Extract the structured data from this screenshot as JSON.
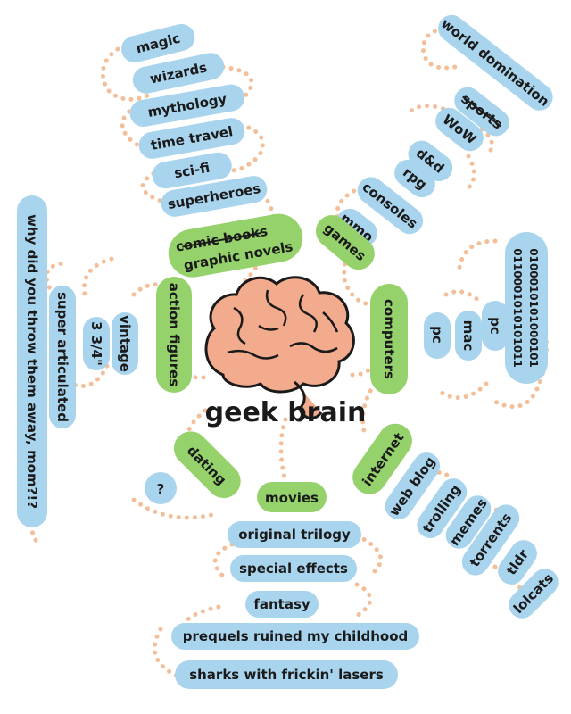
{
  "center": {
    "title": "geek brain"
  },
  "colors": {
    "blue": "#a9d4ee",
    "green": "#95d26b",
    "brain": "#f2ab8c",
    "dots": "#f2bf9a"
  },
  "hubs": {
    "comic": {
      "struck": "comic books",
      "label": "graphic novels"
    },
    "games": {
      "label": "games"
    },
    "computers": {
      "label": "computers"
    },
    "internet": {
      "label": "internet"
    },
    "movies": {
      "label": "movies"
    },
    "dating": {
      "label": "dating"
    },
    "action_figures": {
      "label": "action figures"
    }
  },
  "comic_items": [
    "magic",
    "wizards",
    "mythology",
    "time travel",
    "sci-fi",
    "superheroes"
  ],
  "games_items": {
    "top": "world domination",
    "struck": "sports",
    "list": [
      "WoW",
      "d&d",
      "rpg",
      "consoles",
      "mmo"
    ]
  },
  "computers_items": {
    "binary": [
      "0100010101000101",
      "0110001010101011"
    ],
    "list": [
      "pc",
      "mac",
      "pc"
    ]
  },
  "internet_items": [
    "web blog",
    "trolling",
    "memes",
    "torrents",
    "tldr",
    "lolcats"
  ],
  "movies_items": [
    "original trilogy",
    "special effects",
    "fantasy",
    "prequels ruined my childhood",
    "sharks with frickin' lasers"
  ],
  "dating_items": [
    "?"
  ],
  "action_items": [
    "vintage",
    "3 3/4\"",
    "super articulated",
    "why did you throw them away, mom?!?"
  ]
}
